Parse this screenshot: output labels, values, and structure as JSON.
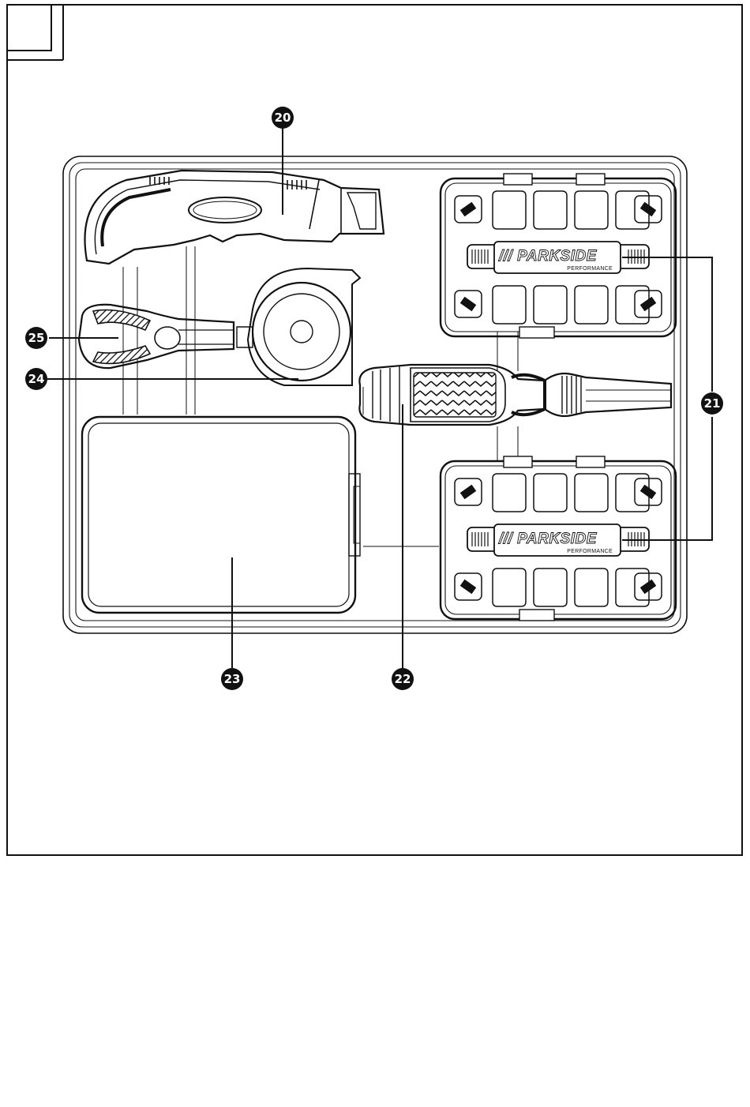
{
  "figure": {
    "box_label": "",
    "callouts": [
      {
        "id": "20",
        "label": "20"
      },
      {
        "id": "21",
        "label": "21"
      },
      {
        "id": "22",
        "label": "22"
      },
      {
        "id": "23",
        "label": "23"
      },
      {
        "id": "24",
        "label": "24"
      },
      {
        "id": "25",
        "label": "25"
      }
    ],
    "case_brand": {
      "name": "/// PARKSIDE",
      "sub": "PERFORMANCE"
    }
  }
}
